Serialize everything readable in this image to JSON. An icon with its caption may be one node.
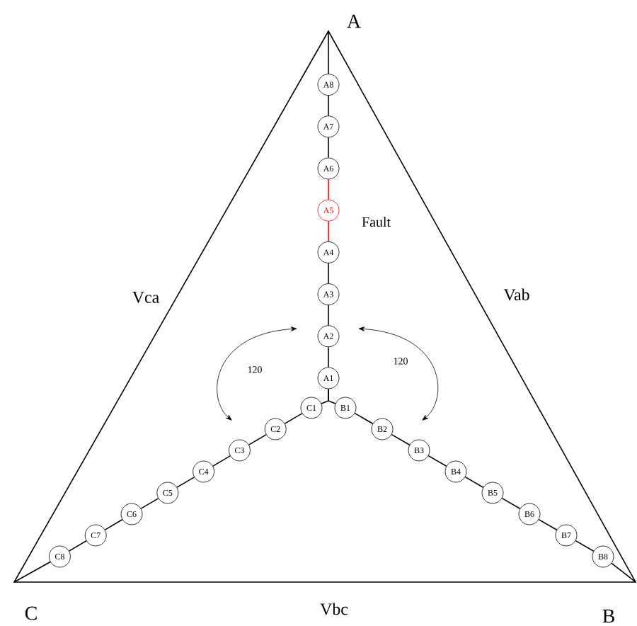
{
  "diagram": {
    "nodes": [
      {
        "text": [
          "A1"
        ]
      },
      {
        "text": [
          "A2"
        ]
      },
      {
        "text": [
          "A3"
        ]
      },
      {
        "text": [
          "A4"
        ]
      },
      {
        "text": [
          "A5"
        ],
        "beside": [
          "Fault"
        ]
      },
      {
        "text": [
          "A6"
        ]
      },
      {
        "text": [
          "A7"
        ]
      },
      {
        "text": [
          "A8"
        ]
      },
      {
        "text": [
          "B1"
        ]
      },
      {
        "text": [
          "B2"
        ]
      },
      {
        "text": [
          "B3"
        ]
      },
      {
        "text": [
          "B4"
        ]
      },
      {
        "text": [
          "B5"
        ]
      },
      {
        "text": [
          "B6"
        ]
      },
      {
        "text": [
          "B7"
        ]
      },
      {
        "text": [
          "B8"
        ]
      },
      {
        "text": [
          "C1"
        ]
      },
      {
        "text": [
          "C2"
        ]
      },
      {
        "text": [
          "C3"
        ]
      },
      {
        "text": [
          "C4"
        ]
      },
      {
        "text": [
          "C5"
        ]
      },
      {
        "text": [
          "C6"
        ]
      },
      {
        "text": [
          "C7"
        ]
      },
      {
        "text": [
          "C8"
        ]
      }
    ],
    "edges": [
      {
        "from": 0,
        "to": 1,
        "arrow": "none"
      },
      {
        "from": 1,
        "to": 2,
        "arrow": "none"
      },
      {
        "from": 2,
        "to": 3,
        "arrow": "none"
      },
      {
        "from": 3,
        "to": 4,
        "arrow": "none",
        "color": "#ff0000"
      },
      {
        "from": 4,
        "to": 5,
        "arrow": "none",
        "color": "#ff0000"
      },
      {
        "from": 5,
        "to": 6,
        "arrow": "none"
      },
      {
        "from": 6,
        "to": 7,
        "arrow": "none"
      },
      {
        "from": 8,
        "to": 9,
        "arrow": "none"
      },
      {
        "from": 9,
        "to": 10,
        "arrow": "none"
      },
      {
        "from": 10,
        "to": 11,
        "arrow": "none"
      },
      {
        "from": 11,
        "to": 12,
        "arrow": "none"
      },
      {
        "from": 12,
        "to": 13,
        "arrow": "none"
      },
      {
        "from": 13,
        "to": 14,
        "arrow": "none"
      },
      {
        "from": 14,
        "to": 15,
        "arrow": "none"
      },
      {
        "from": 16,
        "to": 17,
        "arrow": "none"
      },
      {
        "from": 17,
        "to": 18,
        "arrow": "none"
      },
      {
        "from": 18,
        "to": 19,
        "arrow": "none"
      },
      {
        "from": 19,
        "to": 20,
        "arrow": "none"
      },
      {
        "from": 20,
        "to": 21,
        "arrow": "none"
      },
      {
        "from": 21,
        "to": 22,
        "arrow": "none"
      },
      {
        "from": 22,
        "to": 23,
        "arrow": "none"
      },
      {
        "from": 0,
        "to": 8,
        "arrow": "none"
      },
      {
        "from": 0,
        "to": 16,
        "arrow": "none"
      },
      {
        "from": 7,
        "to": null,
        "arrow": "none"
      },
      {
        "from": 15,
        "to": null,
        "arrow": "none"
      },
      {
        "from": 23,
        "to": null,
        "arrow": "none"
      }
    ],
    "labels": [
      "A",
      "Vca",
      "Vab",
      "120",
      "120",
      "C",
      "Vbc",
      "B"
    ]
  }
}
